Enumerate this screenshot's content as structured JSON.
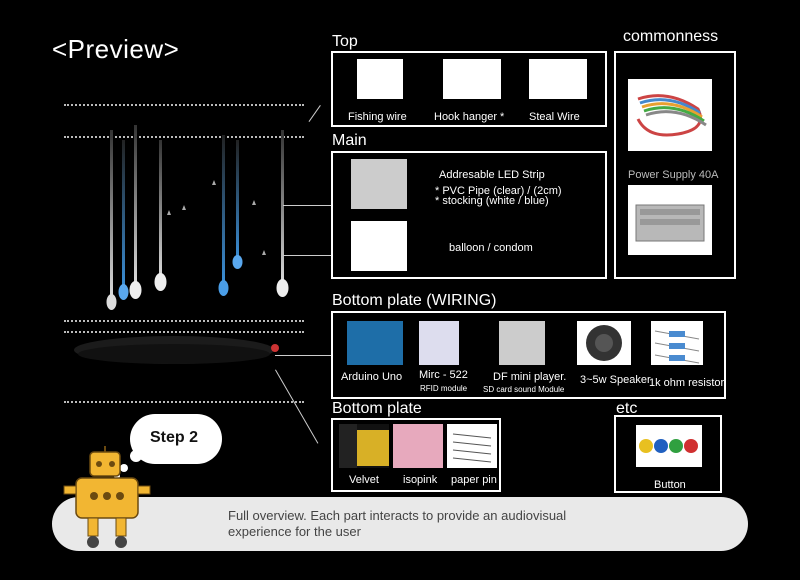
{
  "title": "<Preview>",
  "sections": {
    "top": {
      "title": "Top",
      "items": [
        "Fishing wire",
        "Hook hanger *",
        "Steal Wire"
      ]
    },
    "main": {
      "title": "Main",
      "led_line1": "Addresable LED Strip",
      "led_line2": "* PVC Pipe (clear) / (2cm)",
      "led_line3": "* stocking (white / blue)",
      "balloon": "balloon / condom"
    },
    "commonness": {
      "title": "commonness",
      "power": "Power Supply 40A"
    },
    "wiring": {
      "title": "Bottom plate (WIRING)",
      "arduino": "Arduino Uno",
      "mirc": "Mirc - 522",
      "mirc_sub": "RFID module",
      "df": "DF mini player.",
      "df_sub": "SD card sound Module",
      "speaker": "3~5w Speaker",
      "resistor": "1k ohm resistor"
    },
    "bottom": {
      "title": "Bottom plate",
      "items": [
        "Velvet",
        "isopink",
        "paper pin"
      ]
    },
    "etc": {
      "title": "etc",
      "button": "Button"
    }
  },
  "step": "Step 2",
  "description_line1": "Full overview. Each part interacts to provide an audiovisual",
  "description_line2": "experience for the user",
  "colors": {
    "background": "#000000",
    "accent_blue": "#3a8fd8",
    "robot_yellow": "#f2b632",
    "bar_gray": "#e9e9e9"
  }
}
